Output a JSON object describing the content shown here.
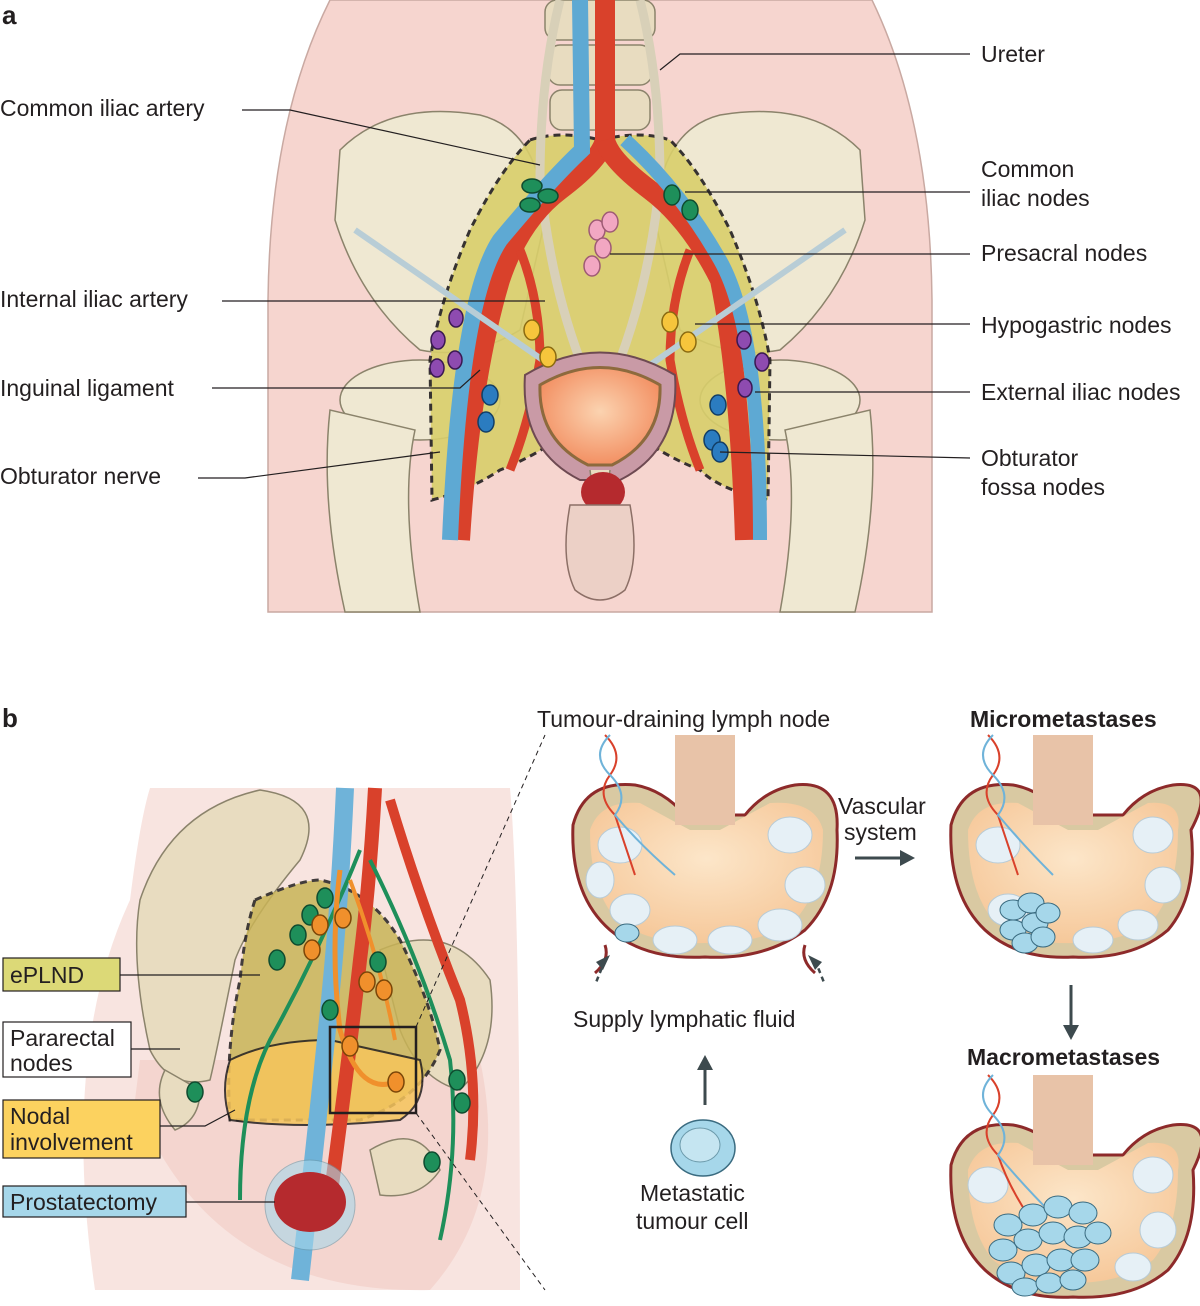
{
  "panel_a": {
    "letter": "a",
    "labels_left": [
      "Common iliac artery",
      "Internal iliac artery",
      "Inguinal ligament",
      "Obturator nerve"
    ],
    "labels_right": [
      "Ureter",
      "Common",
      "iliac nodes",
      "Presacral nodes",
      "Hypogastric nodes",
      "External iliac nodes",
      "Obturator",
      "fossa nodes"
    ]
  },
  "panel_b": {
    "letter": "b",
    "legend": [
      {
        "lines": [
          "ePLND"
        ],
        "color": "#dcd977"
      },
      {
        "lines": [
          "Pararectal",
          "nodes"
        ],
        "color": "#ffffff"
      },
      {
        "lines": [
          "Nodal",
          "involvement"
        ],
        "color": "#fcd25f"
      },
      {
        "lines": [
          "Prostatectomy"
        ],
        "color": "#a6d7ea"
      }
    ],
    "tumour_node_title": "Tumour-draining lymph node",
    "supply_label": "Supply lymphatic fluid",
    "cell_label": [
      "Metastatic",
      "tumour cell"
    ],
    "vascular_label": [
      "Vascular",
      "system"
    ],
    "micro_title": "Micrometastases",
    "macro_title": "Macrometastases"
  }
}
